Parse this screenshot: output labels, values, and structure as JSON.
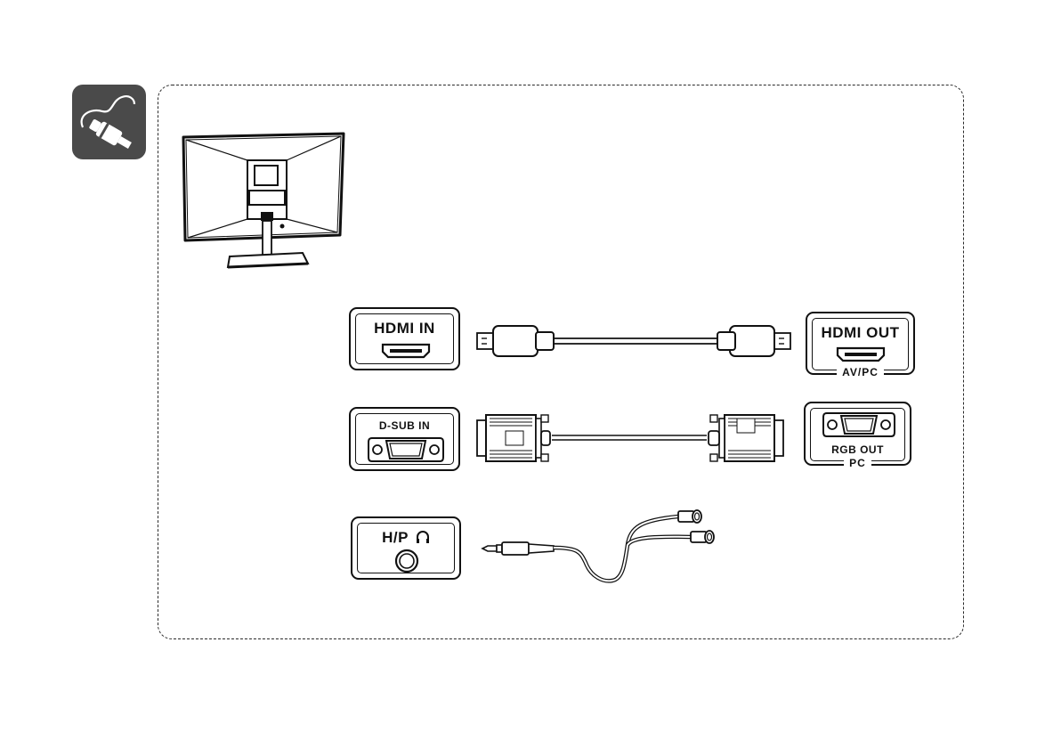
{
  "ports": {
    "hdmi_in": "HDMI IN",
    "hdmi_out": "HDMI OUT",
    "hdmi_out_sub": "AV/PC",
    "dsub_in": "D-SUB IN",
    "rgb_out": "RGB OUT",
    "rgb_out_sub": "PC",
    "hp": "H/P"
  },
  "icons": {
    "section": "cable-plug-icon",
    "monitor": "monitor-rear-icon",
    "headphone": "headphone-icon"
  },
  "colors": {
    "ink": "#111111",
    "icon_bg": "#4a4a4a"
  }
}
